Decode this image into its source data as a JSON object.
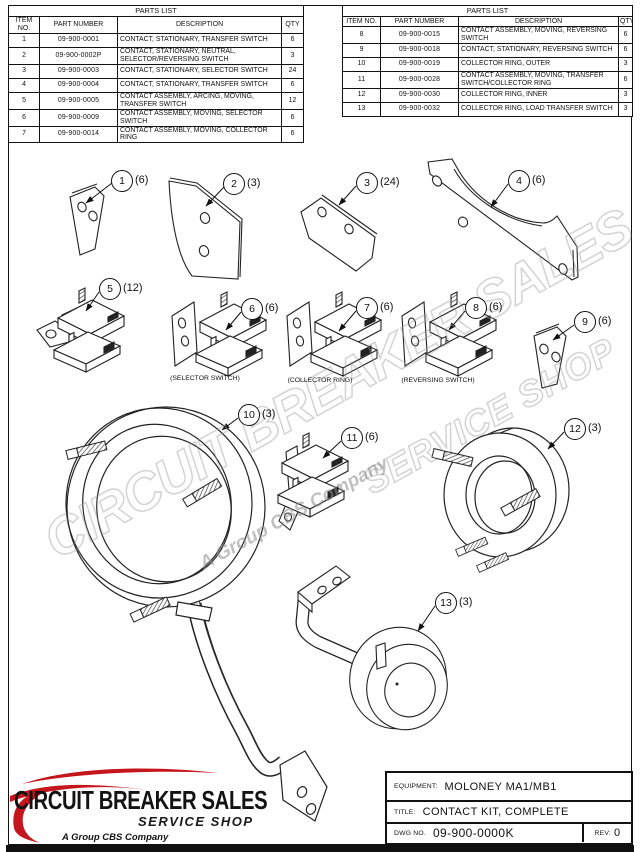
{
  "parts_tables": [
    {
      "title": "PARTS LIST",
      "headers": [
        "ITEM NO.",
        "PART NUMBER",
        "DESCRIPTION",
        "QTY"
      ],
      "rows": [
        [
          "1",
          "09-900-0001",
          "CONTACT, STATIONARY, TRANSFER SWITCH",
          "6"
        ],
        [
          "2",
          "09-900-0002P",
          "CONTACT, STATIONARY, NEUTRAL, SELECTOR/REVERSING SWITCH",
          "3"
        ],
        [
          "3",
          "09-900-0003",
          "CONTACT, STATIONARY, SELECTOR SWITCH",
          "24"
        ],
        [
          "4",
          "09-900-0004",
          "CONTACT, STATIONARY, TRANSFER SWITCH",
          "6"
        ],
        [
          "5",
          "09-900-0005",
          "CONTACT ASSEMBLY, ARCING, MOVING, TRANSFER SWITCH",
          "12"
        ],
        [
          "6",
          "09-900-0009",
          "CONTACT ASSEMBLY, MOVING, SELECTOR SWITCH",
          "6"
        ],
        [
          "7",
          "09-900-0014",
          "CONTACT ASSEMBLY, MOVING, COLLECTOR RING",
          "6"
        ]
      ]
    },
    {
      "title": "PARTS LIST",
      "headers": [
        "ITEM NO.",
        "PART NUMBER",
        "DESCRIPTION",
        "QTY"
      ],
      "rows": [
        [
          "8",
          "09-900-0015",
          "CONTACT ASSEMBLY, MOVING, REVERSING SWITCH",
          "6"
        ],
        [
          "9",
          "09-900-0018",
          "CONTACT, STATIONARY, REVERSING SWITCH",
          "6"
        ],
        [
          "10",
          "09-900-0019",
          "COLLECTOR RING, OUTER",
          "3"
        ],
        [
          "11",
          "09-900-0028",
          "CONTACT ASSEMBLY, MOVING, TRANSFER SWITCH/COLLECTOR RING",
          "6"
        ],
        [
          "12",
          "09-900-0030",
          "COLLECTOR RING, INNER",
          "3"
        ],
        [
          "13",
          "09-900-0032",
          "COLLECTOR RING, LOAD TRANSFER SWITCH",
          "3"
        ]
      ]
    }
  ],
  "callouts": [
    {
      "item": "1",
      "qty": "(6)"
    },
    {
      "item": "2",
      "qty": "(3)"
    },
    {
      "item": "3",
      "qty": "(24)"
    },
    {
      "item": "4",
      "qty": "(6)"
    },
    {
      "item": "5",
      "qty": "(12)"
    },
    {
      "item": "6",
      "qty": "(6)"
    },
    {
      "item": "7",
      "qty": "(6)"
    },
    {
      "item": "8",
      "qty": "(6)"
    },
    {
      "item": "9",
      "qty": "(6)"
    },
    {
      "item": "10",
      "qty": "(3)"
    },
    {
      "item": "11",
      "qty": "(6)"
    },
    {
      "item": "12",
      "qty": "(3)"
    },
    {
      "item": "13",
      "qty": "(3)"
    }
  ],
  "captions": [
    "(SELECTOR SWITCH)",
    "(COLLECTOR RING)",
    "(REVERSING SWITCH)"
  ],
  "watermark": {
    "line1": "CIRCUIT BREAKER SALES",
    "line2": "SERVICE SHOP",
    "line3": "A Group CBS Company"
  },
  "logo": {
    "name": "CIRCUIT BREAKER SALES",
    "sub": "SERVICE SHOP",
    "tagline": "A Group CBS Company",
    "red": "#c4161c"
  },
  "title_block": {
    "equipment_label": "EQUIPMENT:",
    "equipment": "MOLONEY MA1/MB1",
    "title_label": "TITLE:",
    "title": "CONTACT KIT, COMPLETE",
    "dwg_label": "DWG NO.",
    "dwg": "09-900-0000K",
    "rev_label": "REV:",
    "rev": "0"
  }
}
